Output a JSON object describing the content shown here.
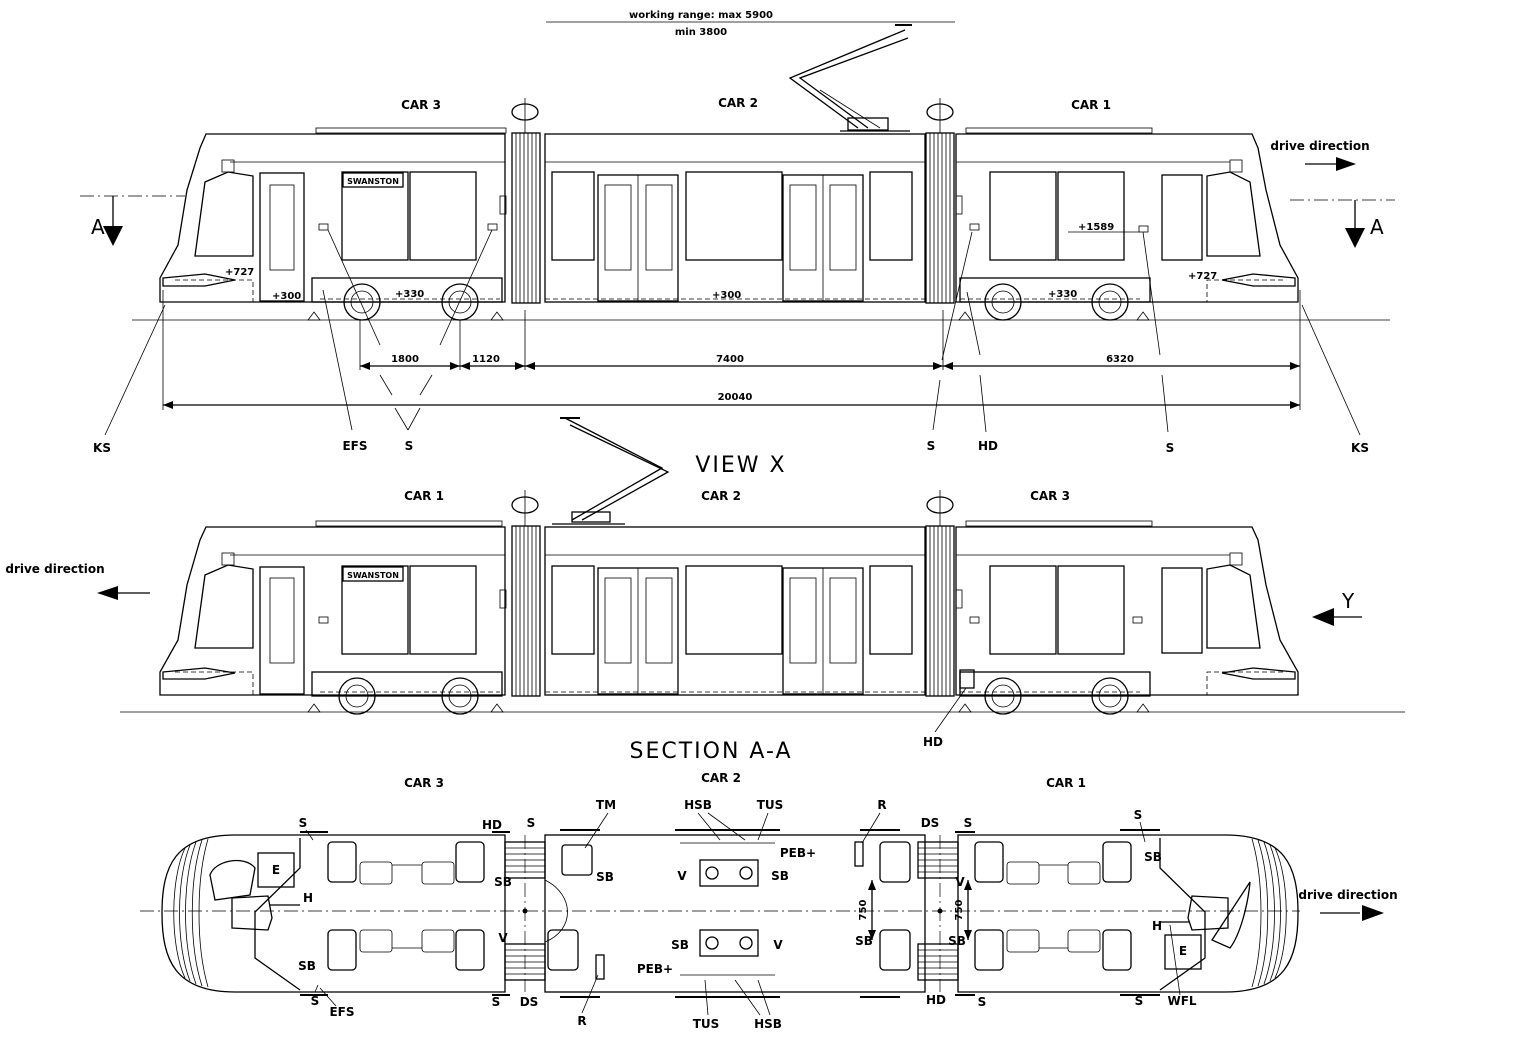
{
  "working_range": {
    "line1": "working range: max 5900",
    "line2": "min 3800"
  },
  "view_top": {
    "car_left": "CAR 3",
    "car_mid": "CAR 2",
    "car_right": "CAR 1",
    "drive_direction": "drive direction",
    "section_marker": "A",
    "logo": "SWANSTON",
    "levels": {
      "front_left": "+727",
      "door_left": "+300",
      "floor_left": "+330",
      "center": "+300",
      "floor_right": "+330",
      "window": "+1589",
      "front_right": "+727"
    },
    "dimensions": {
      "bogie": "1800",
      "gap": "1120",
      "middle": "7400",
      "end": "6320",
      "overall": "20040"
    },
    "callouts": {
      "ks_left": "KS",
      "efs": "EFS",
      "s_left": "S",
      "s_mid": "S",
      "hd": "HD",
      "s_right": "S",
      "ks_right": "KS"
    }
  },
  "view_x": {
    "title": "VIEW X",
    "car_left": "CAR 1",
    "car_mid": "CAR 2",
    "car_right": "CAR 3",
    "drive_direction": "drive direction",
    "view_marker": "Y",
    "logo": "SWANSTON",
    "hd": "HD"
  },
  "section_aa": {
    "title": "SECTION A-A",
    "car_left": "CAR 3",
    "car_mid": "CAR 2",
    "car_right": "CAR 1",
    "drive_direction": "drive direction",
    "width_label": "750",
    "labels": {
      "s": "S",
      "sb": "SB",
      "hd": "HD",
      "e": "E",
      "h": "H",
      "efs": "EFS",
      "v": "V",
      "ds": "DS",
      "tm": "TM",
      "r": "R",
      "hsb": "HSB",
      "tus": "TUS",
      "peb": "PEB+",
      "wfl": "WFL"
    }
  }
}
